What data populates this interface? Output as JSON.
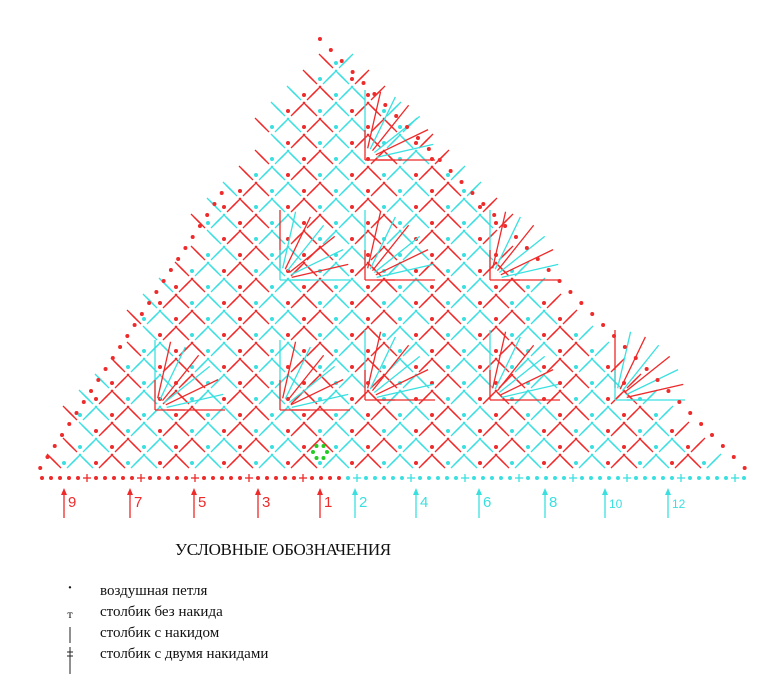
{
  "colors": {
    "odd_rows": "#ee2a2a",
    "even_rows": "#3ae0e0",
    "start_ring": "#22cc22"
  },
  "row_markers": [
    {
      "label": "9",
      "color": "odd"
    },
    {
      "label": "7",
      "color": "odd"
    },
    {
      "label": "5",
      "color": "odd"
    },
    {
      "label": "3",
      "color": "odd"
    },
    {
      "label": "1",
      "color": "odd"
    },
    {
      "label": "2",
      "color": "even"
    },
    {
      "label": "4",
      "color": "even"
    },
    {
      "label": "6",
      "color": "even"
    },
    {
      "label": "8",
      "color": "even"
    },
    {
      "label": "10",
      "color": "even"
    },
    {
      "label": "12",
      "color": "even"
    }
  ],
  "legend": {
    "title": "УСЛОВНЫЕ ОБОЗНАЧЕНИЯ",
    "items": [
      {
        "symbol": "chain-stitch",
        "glyph": "·",
        "label": "воздушная петля"
      },
      {
        "symbol": "single-crochet",
        "glyph": "т",
        "label": "столбик без накида"
      },
      {
        "symbol": "double-crochet",
        "glyph": "|",
        "label": "столбик с накидом"
      },
      {
        "symbol": "treble-crochet",
        "glyph": "‡",
        "label": "столбик с двумя накидами"
      }
    ]
  }
}
